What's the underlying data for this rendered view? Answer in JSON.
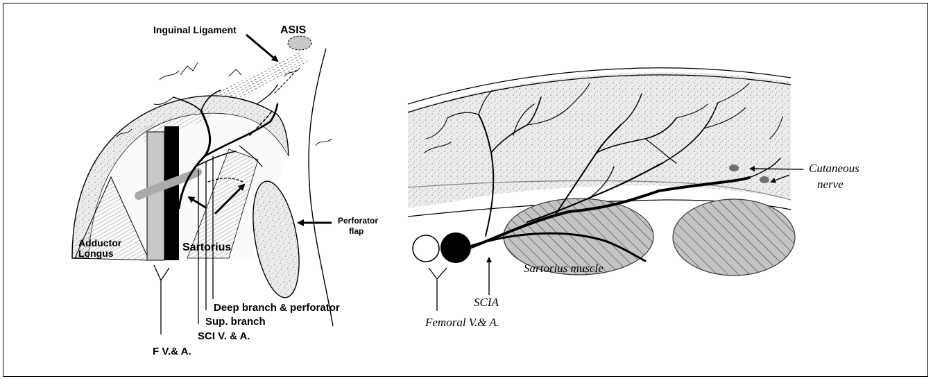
{
  "left_panel": {
    "labels": {
      "inguinal_ligament": "Inguinal Ligament",
      "asis": "ASIS",
      "perforator_flap_line1": "Perforator",
      "perforator_flap_line2": "flap",
      "adductor_line1": "Adductor",
      "adductor_line2": "Longus",
      "sartorius": "Sartorius",
      "deep_branch": "Deep branch & perforator",
      "sup_branch": "Sup. branch",
      "sci": "SCI V. & A.",
      "femoral": "F V.& A."
    }
  },
  "right_panel": {
    "labels": {
      "cutaneous_line1": "Cutaneous",
      "cutaneous_line2": "nerve",
      "sartorius_muscle": "Sartorius muscle",
      "scia": "SCIA",
      "femoral": "Femoral V.& A."
    }
  },
  "colors": {
    "ink": "#000000",
    "stipple": "#d9d9d9",
    "vein_fill": "#c8c8c8",
    "hatch_fill": "#bdbdbd",
    "nerve": "#6f6f6f"
  }
}
